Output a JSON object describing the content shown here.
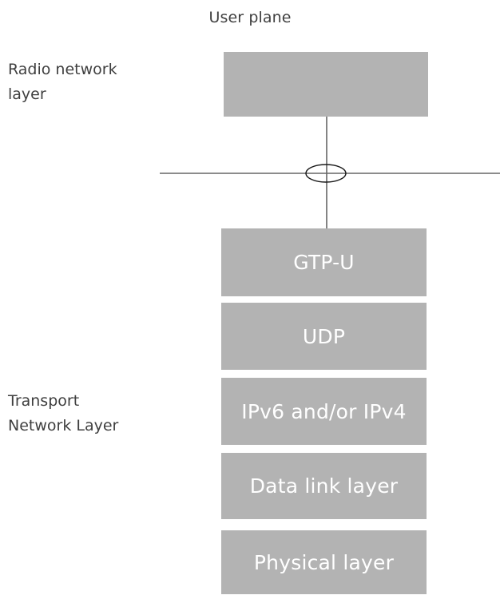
{
  "title": "User plane",
  "side_labels": {
    "radio": "Radio network\nlayer",
    "transport": "Transport\nNetwork Layer"
  },
  "protocol_stack": {
    "radio_network_layer": {
      "boxes": [
        {
          "label": "",
          "name": "radio-protocol-box"
        }
      ]
    },
    "transport_network_layer": {
      "boxes": [
        {
          "label": "GTP-U",
          "name": "gtpu-box"
        },
        {
          "label": "UDP",
          "name": "udp-box"
        },
        {
          "label": "IPv6 and/or IPv4",
          "name": "ip-box"
        },
        {
          "label": "Data link layer",
          "name": "datalink-box"
        },
        {
          "label": "Physical layer",
          "name": "physical-box"
        }
      ]
    }
  },
  "connectors": {
    "vertical_line": "vertical-connector",
    "horizontal_divider": "layer-divider-line",
    "interface_marker": "ellipse-interface-marker"
  },
  "colors": {
    "box_fill": "#b3b3b3",
    "box_text": "#ffffff",
    "label_text": "#3f3f3f",
    "line": "#666666",
    "ellipse_stroke": "#1a1a1a",
    "background": "#ffffff"
  }
}
